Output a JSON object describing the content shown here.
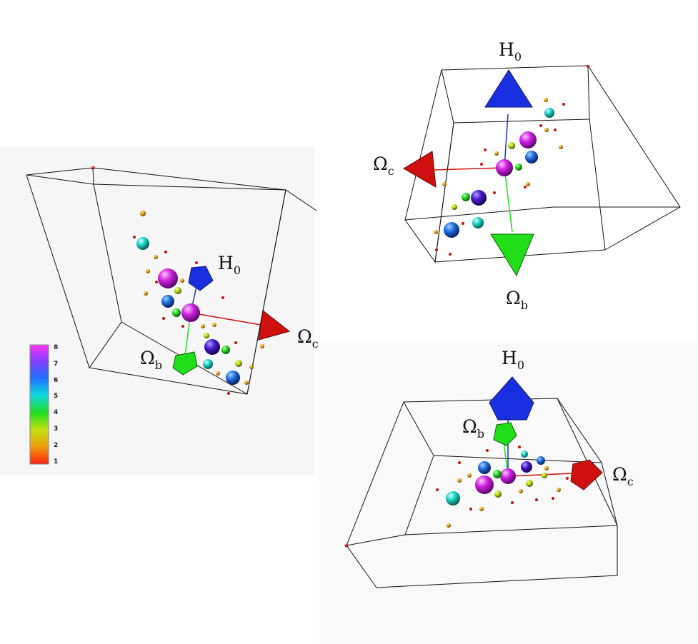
{
  "colors": {
    "H0": "#1a2fe0",
    "Omega_b": "#22dd1a",
    "Omega_c": "#d01010",
    "level_1": "#e01a0e",
    "level_2": "#e8a018",
    "level_3": "#b8e010",
    "level_4": "#22dd22",
    "level_5": "#1ad8c8",
    "level_6": "#2070e0",
    "level_7": "#4a1ad0",
    "level_8": "#d020e0"
  },
  "colorbar": {
    "ticks": [
      "8",
      "7",
      "6",
      "5",
      "4",
      "3",
      "2",
      "1"
    ]
  },
  "panels": [
    {
      "id": "left",
      "labels": {
        "H0": {
          "main": "H",
          "sub": "0"
        },
        "Omega_b": {
          "main": "Ω",
          "sub": "b"
        },
        "Omega_c": {
          "main": "Ω",
          "sub": "c"
        }
      }
    },
    {
      "id": "top-right",
      "labels": {
        "H0": {
          "main": "H",
          "sub": "0"
        },
        "Omega_b": {
          "main": "Ω",
          "sub": "b"
        },
        "Omega_c": {
          "main": "Ω",
          "sub": "c"
        }
      }
    },
    {
      "id": "bottom-right",
      "labels": {
        "H0": {
          "main": "H",
          "sub": "0"
        },
        "Omega_b": {
          "main": "Ω",
          "sub": "b"
        },
        "Omega_c": {
          "main": "Ω",
          "sub": "c"
        }
      }
    }
  ]
}
